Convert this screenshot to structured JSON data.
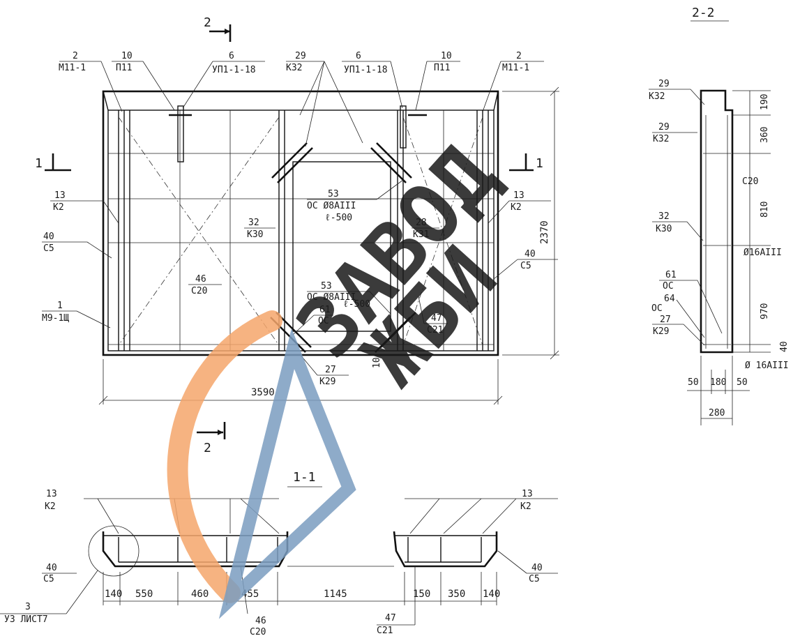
{
  "drawing": {
    "section_2_title": "2-2",
    "section_1_title": "1-1",
    "cut_1": "1",
    "cut_2": "2"
  },
  "callouts": {
    "m11_left_top": "2",
    "m11_left_bot": "М11-1",
    "p11_left_top": "10",
    "p11_left_bot": "П11",
    "up1_left_top": "6",
    "up1_left_bot": "УП1-1-18",
    "k32_top": "29",
    "k32_bot": "К32",
    "up1_right_top": "6",
    "up1_right_bot": "УП1-1-18",
    "p11_right_top": "10",
    "p11_right_bot": "П11",
    "m11_right_top": "2",
    "m11_right_bot": "М11-1",
    "k2_left_top": "13",
    "k2_left_bot": "К2",
    "k2_right_top": "13",
    "k2_right_bot": "К2",
    "c5_left_top": "40",
    "c5_left_bot": "С5",
    "c5_right_top": "40",
    "c5_right_bot": "С5",
    "m9_top": "1",
    "m9_bot": "М9-1Щ",
    "k30_top": "32",
    "k30_bot": "К30",
    "c20_top": "46",
    "c20_bot": "С20",
    "os_top_top": "53",
    "os_top_mid": "ОС Ø8АIII",
    "os_top_bot": "ℓ-500",
    "os_bot_top": "53",
    "os_bot_mid": "ОС Ø8АIII",
    "os_bot_bot": "ℓ-500",
    "os61_top": "61",
    "os61_bot": "ОС",
    "k31_top": "28",
    "k31_bot": "К31",
    "c21_top": "47",
    "c21_bot": "С21",
    "k29_top": "27",
    "k29_bot": "К29",
    "dim_width": "3590",
    "dim_height": "2370",
    "dim_small": "10"
  },
  "section_2_2": {
    "k32a_top": "29",
    "k32a_bot": "К32",
    "k32b_top": "29",
    "k32b_bot": "К32",
    "k30_top": "32",
    "k30_bot": "К30",
    "os61_top": "61",
    "os61_bot": "ОС",
    "os64_top": "64",
    "os64_bot": "ОС",
    "k29_top": "27",
    "k29_bot": "К29",
    "d190": "190",
    "d360": "360",
    "c20": "С20",
    "d810": "810",
    "phi16_mid": "Ø16АIII",
    "d970": "970",
    "d40": "40",
    "phi16_bot": "Ø 16АIII",
    "w50a": "50",
    "w180": "180",
    "w50b": "50",
    "w280": "280"
  },
  "section_1_1": {
    "k2_left_top": "13",
    "k2_left_bot": "К2",
    "k2_right_top": "13",
    "k2_right_bot": "К2",
    "c5_left_top": "40",
    "c5_left_bot": "С5",
    "c5_right_top": "40",
    "c5_right_bot": "С5",
    "pl_top": "3",
    "pl_bot": "УЗ ЛИСТ7",
    "c20_top": "46",
    "c20_bot": "С20",
    "c21_top": "47",
    "c21_bot": "С21",
    "dims": [
      "140",
      "550",
      "460",
      "455",
      "1145",
      "150",
      "350",
      "140"
    ]
  },
  "watermark": {
    "line1": "ЗАВОД",
    "line2": "ЖБИ",
    "blue": "#7a9cbf",
    "orange": "#f5a66b"
  }
}
